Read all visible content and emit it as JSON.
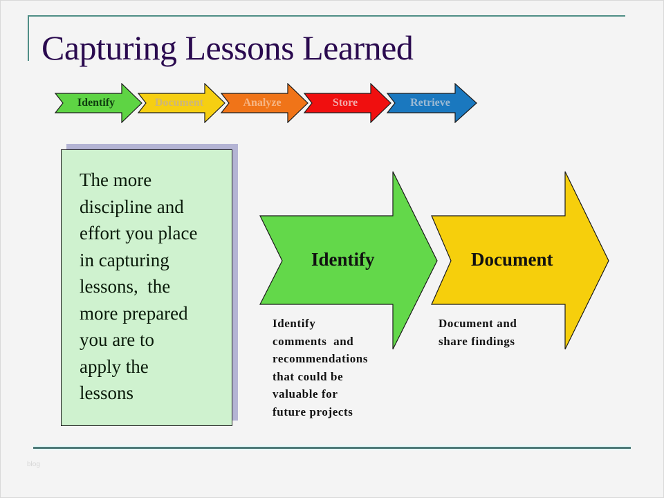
{
  "slide": {
    "title": "Capturing Lessons Learned",
    "watermark": "blog"
  },
  "process_strip": [
    {
      "label": "Identify",
      "fill": "#5ed444",
      "text_color": "#0f3d0f"
    },
    {
      "label": "Document",
      "fill": "#f6cf12",
      "text_color": "#cdb67a"
    },
    {
      "label": "Analyze",
      "fill": "#f07418",
      "text_color": "#f6b584"
    },
    {
      "label": "Store",
      "fill": "#f00f0f",
      "text_color": "#f2a8a8"
    },
    {
      "label": "Retrieve",
      "fill": "#1a78bf",
      "text_color": "#9cbad4"
    }
  ],
  "quote_box": {
    "lines": [
      "The more",
      "discipline and",
      "effort you place",
      "in capturing",
      "lessons,  the",
      "more prepared",
      "you are to",
      "apply the",
      "lessons"
    ],
    "fill": "#cff2cf",
    "shadow": "#b4b4d4"
  },
  "steps": [
    {
      "label": "Identify",
      "fill": "#63d84a",
      "caption_lines": [
        "Identify",
        "comments  and",
        "recommendations",
        "that could be",
        "valuable for",
        "future projects"
      ]
    },
    {
      "label": "Document",
      "fill": "#f6cf0c",
      "caption_lines": [
        "Document and",
        "share findings"
      ]
    }
  ],
  "colors": {
    "title": "#2a0a4f",
    "rule": "#4f8e86",
    "background": "#f4f4f4"
  }
}
